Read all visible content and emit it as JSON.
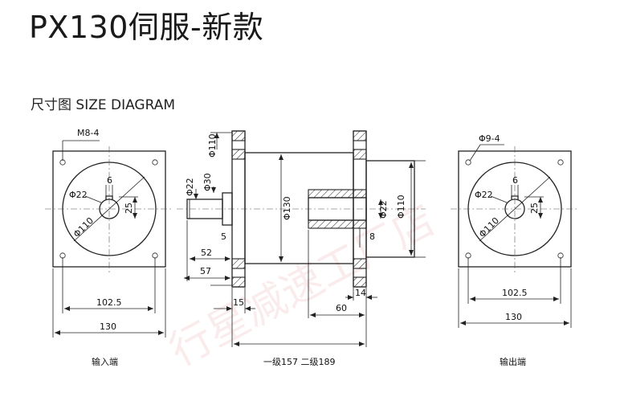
{
  "title": "PX130伺服-新款",
  "subtitle": "尺寸图 SIZE DIAGRAM",
  "watermark": "行星减速工厂店",
  "input_view": {
    "caption": "输入端",
    "hole_label": "M8-4",
    "keyway_width": "6",
    "shaft_dia": "Φ22",
    "shaft_height": "25",
    "pcd": "Φ110",
    "hole_spacing": "102.5",
    "flange_width": "130"
  },
  "side_view": {
    "caption": "一级157 二级189",
    "left_flange_dia": "Φ110",
    "shaft_dia": "Φ22",
    "pilot_dia": "Φ30",
    "body_dia": "Φ130",
    "key_offset": "5",
    "shaft_len_52": "52",
    "shaft_len_57": "57",
    "flange_thk": "15",
    "bore_dia": "Φ22",
    "right_pilot_dia": "Φ110",
    "bore_key": "8",
    "right_flange_thk": "14",
    "bore_depth": "60"
  },
  "output_view": {
    "caption": "输出端",
    "hole_label": "Φ9-4",
    "keyway_width": "6",
    "shaft_dia": "Φ22",
    "shaft_height": "25",
    "pcd": "Φ110",
    "hole_spacing": "102.5",
    "flange_width": "130"
  }
}
